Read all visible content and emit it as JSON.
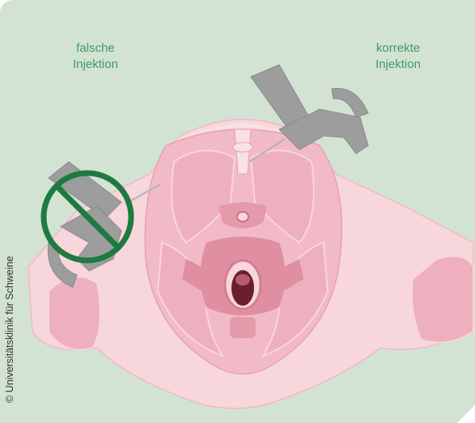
{
  "labels": {
    "wrong": "falsche\nInjektion",
    "correct": "korrekte\nInjektion"
  },
  "credit": "© Universitätsklinik für Schweine",
  "icons": {
    "wrong_marker": "prohibited-circle-icon",
    "syringe": "injection-gun-icon"
  },
  "colors": {
    "background": "#d2e3d3",
    "label_text": "#3f9b63",
    "prohibited_mark": "#1e7a3e",
    "tissue": "#f4c7cf",
    "tissue_dark": "#e59aab",
    "device": "#9d9d9d"
  }
}
